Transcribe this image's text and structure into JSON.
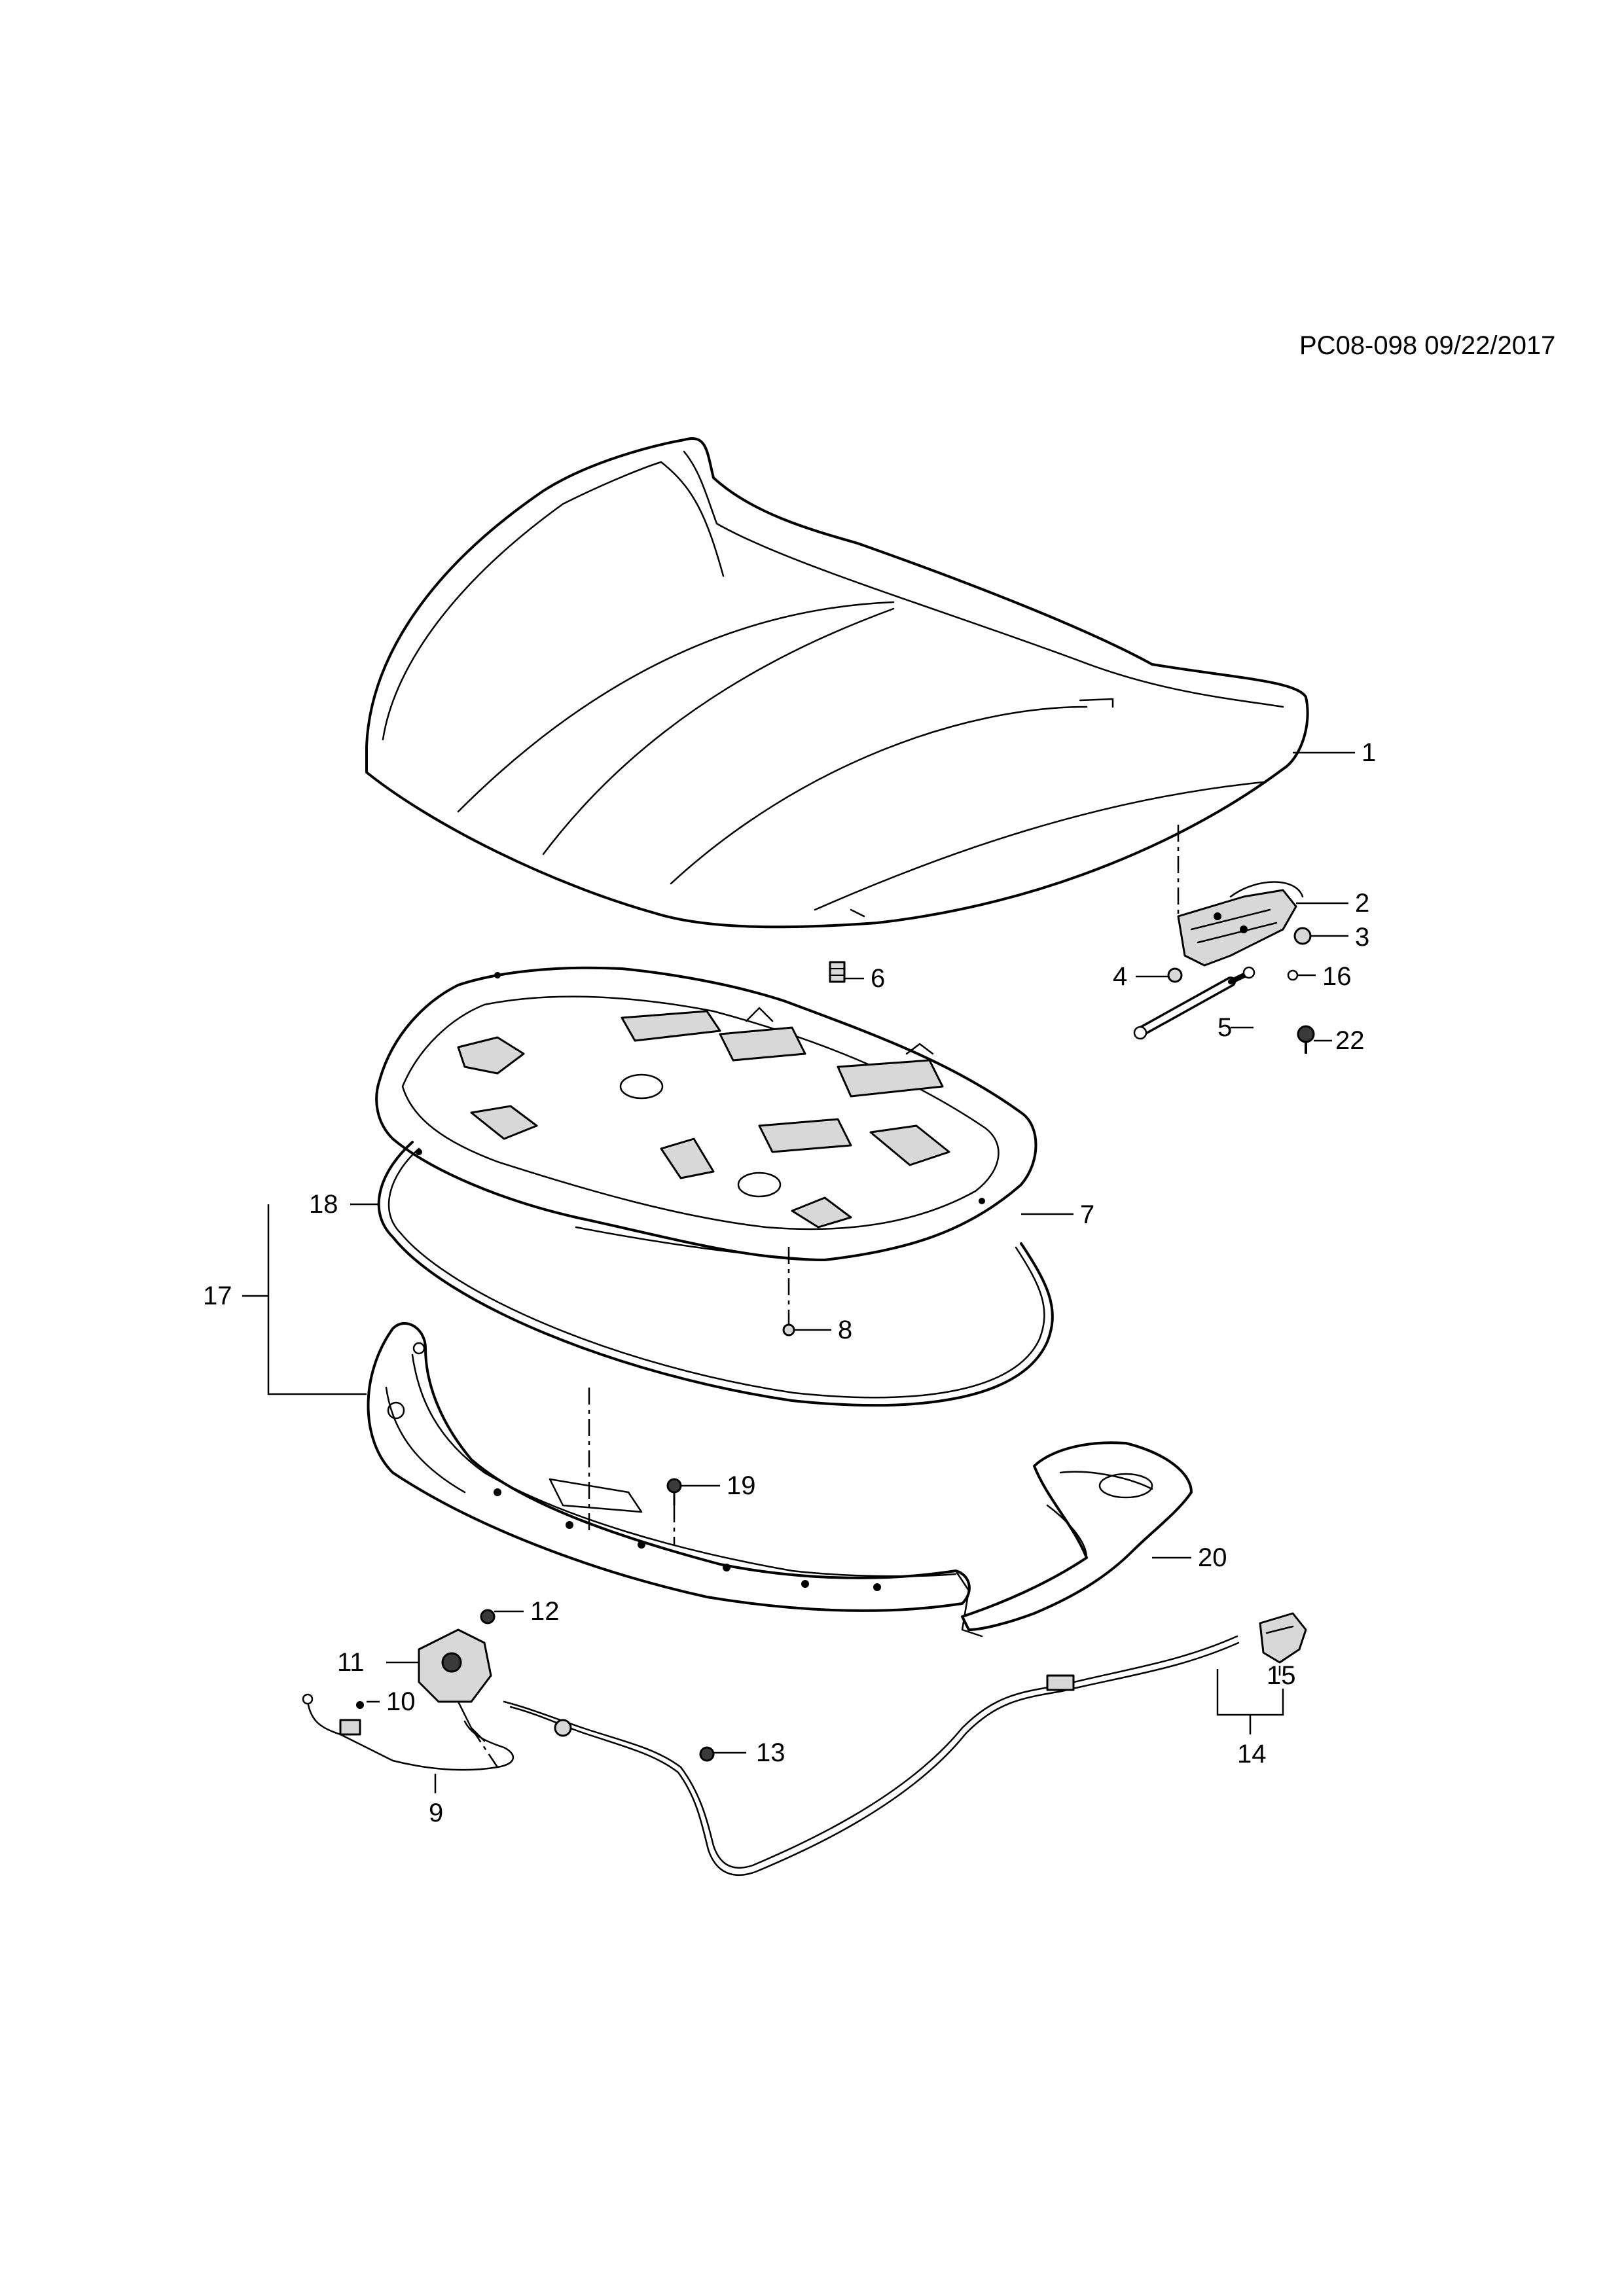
{
  "reference": "PC08-098 09/22/2017",
  "callouts": {
    "c1": "1",
    "c2": "2",
    "c3": "3",
    "c4": "4",
    "c5": "5",
    "c6": "6",
    "c7": "7",
    "c8": "8",
    "c9": "9",
    "c10": "10",
    "c11": "11",
    "c12": "12",
    "c13": "13",
    "c14": "14",
    "c15": "15",
    "c16": "16",
    "c17": "17",
    "c18": "18",
    "c19": "19",
    "c20": "20",
    "c22": "22"
  }
}
